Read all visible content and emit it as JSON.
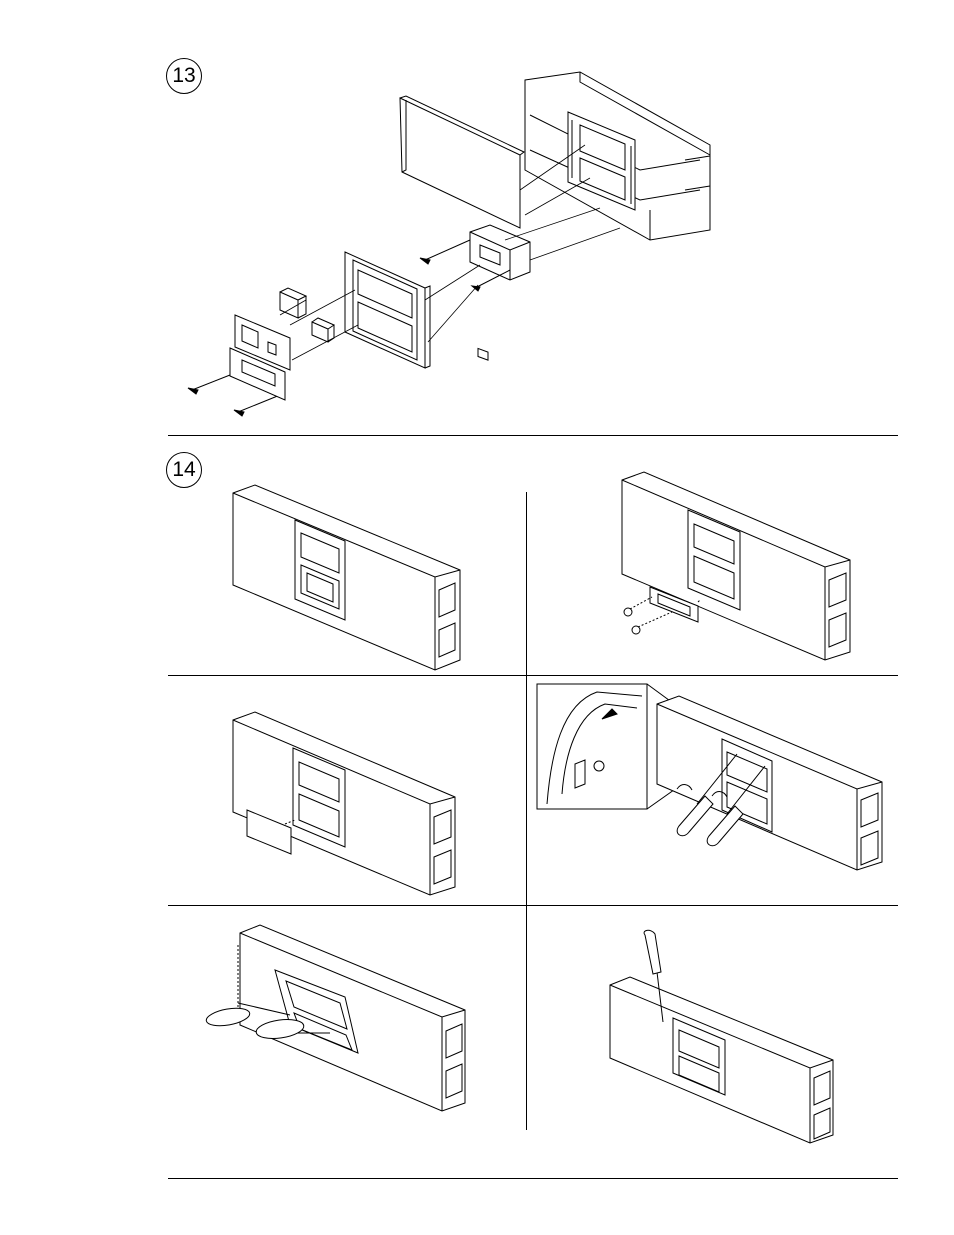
{
  "steps": [
    {
      "number": "13",
      "figure": "exploded-assembly"
    },
    {
      "number": "14",
      "figure": "removal-sequence"
    }
  ],
  "panels": [
    {
      "id": "a",
      "tool": "none"
    },
    {
      "id": "b",
      "tool": "screws"
    },
    {
      "id": "c",
      "tool": "cover-plate"
    },
    {
      "id": "d",
      "tool": "screwdrivers"
    },
    {
      "id": "e",
      "tool": "screwdrivers"
    },
    {
      "id": "f",
      "tool": "screwdriver"
    }
  ]
}
